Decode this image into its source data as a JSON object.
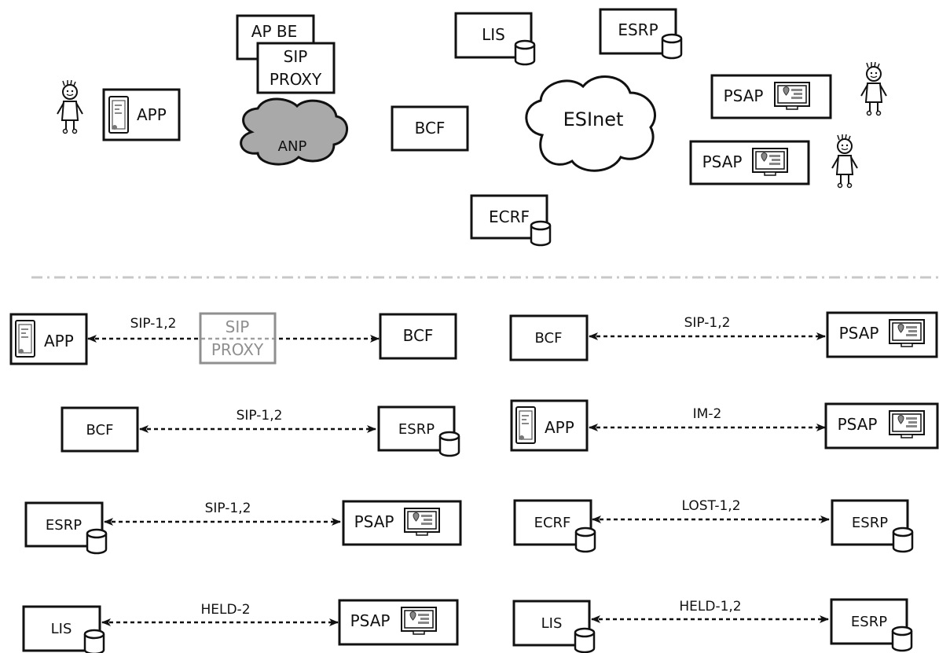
{
  "overview": {
    "ap_be": "AP BE",
    "sip_proxy_line1": "SIP",
    "sip_proxy_line2": "PROXY",
    "lis": "LIS",
    "esrp": "ESRP",
    "app": "APP",
    "anp": "ANP",
    "bcf": "BCF",
    "esinet": "ESInet",
    "psap": "PSAP",
    "ecrf": "ECRF"
  },
  "flows": [
    {
      "left": "APP",
      "right": "BCF",
      "protocol": "SIP-1,2",
      "via_line1": "SIP",
      "via_line2": "PROXY"
    },
    {
      "left": "BCF",
      "right": "PSAP",
      "protocol": "SIP-1,2"
    },
    {
      "left": "BCF",
      "right": "ESRP",
      "protocol": "SIP-1,2"
    },
    {
      "left": "APP",
      "right": "PSAP",
      "protocol": "IM-2"
    },
    {
      "left": "ESRP",
      "right": "PSAP",
      "protocol": "SIP-1,2"
    },
    {
      "left": "ECRF",
      "right": "ESRP",
      "protocol": "LOST-1,2"
    },
    {
      "left": "LIS",
      "right": "PSAP",
      "protocol": "HELD-2"
    },
    {
      "left": "LIS",
      "right": "ESRP",
      "protocol": "HELD-1,2"
    }
  ]
}
